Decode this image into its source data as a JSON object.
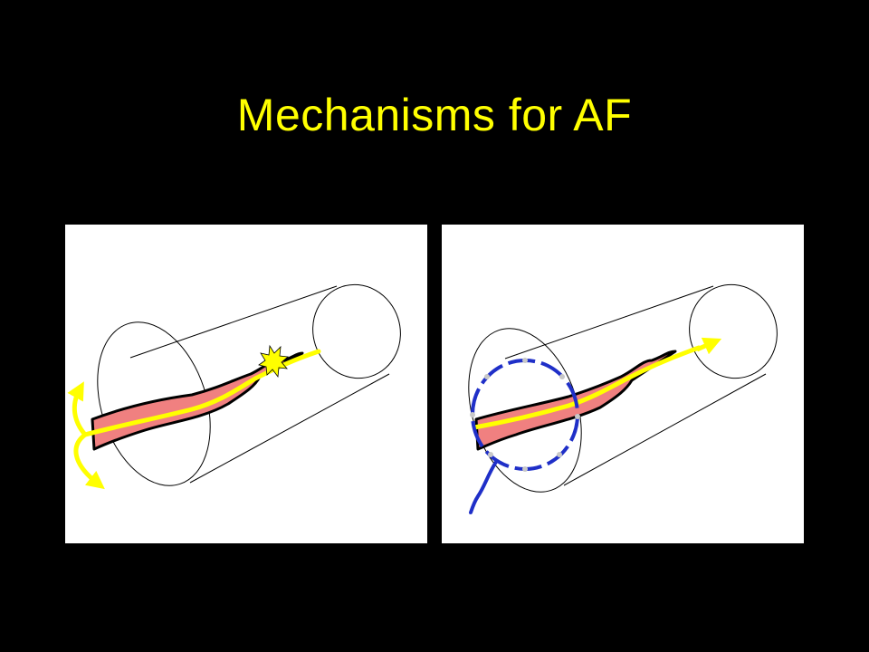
{
  "slide": {
    "title": "Mechanisms for AF"
  },
  "colors": {
    "background": "#000000",
    "title": "#ffff00",
    "panel": "#ffffff",
    "vein_fill": "#f08080",
    "wavefront": "#ffff00",
    "catheter": "#1f2fc8",
    "electrode": "#c8c8c8"
  },
  "panels": [
    {
      "id": "left",
      "depicts": "focal-trigger-in-pulmonary-vein"
    },
    {
      "id": "right",
      "depicts": "circular-mapping-catheter-at-vein-ostium"
    }
  ]
}
